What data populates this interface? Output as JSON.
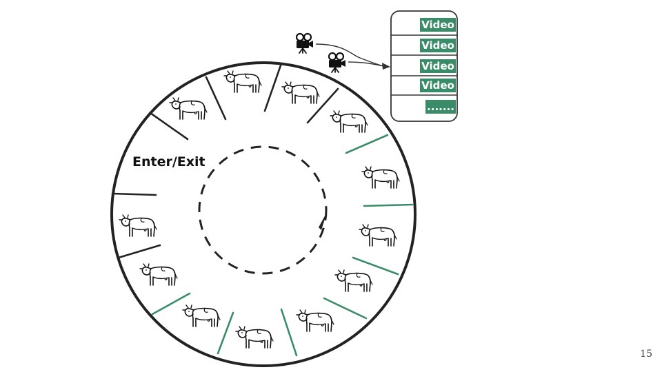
{
  "diagram": {
    "entry_label": "Enter/Exit",
    "storage": {
      "entries": [
        "Video",
        "Video",
        "Video",
        "Video",
        "......."
      ],
      "accent_color": "#3a8c68"
    },
    "cameras": [
      "camera-icon",
      "camera-icon"
    ],
    "stall_icon": "cow-icon",
    "colors": {
      "ring": "#222222",
      "divider_dark": "#222222",
      "divider_green": "#3a8c68"
    }
  },
  "page_number": "15"
}
